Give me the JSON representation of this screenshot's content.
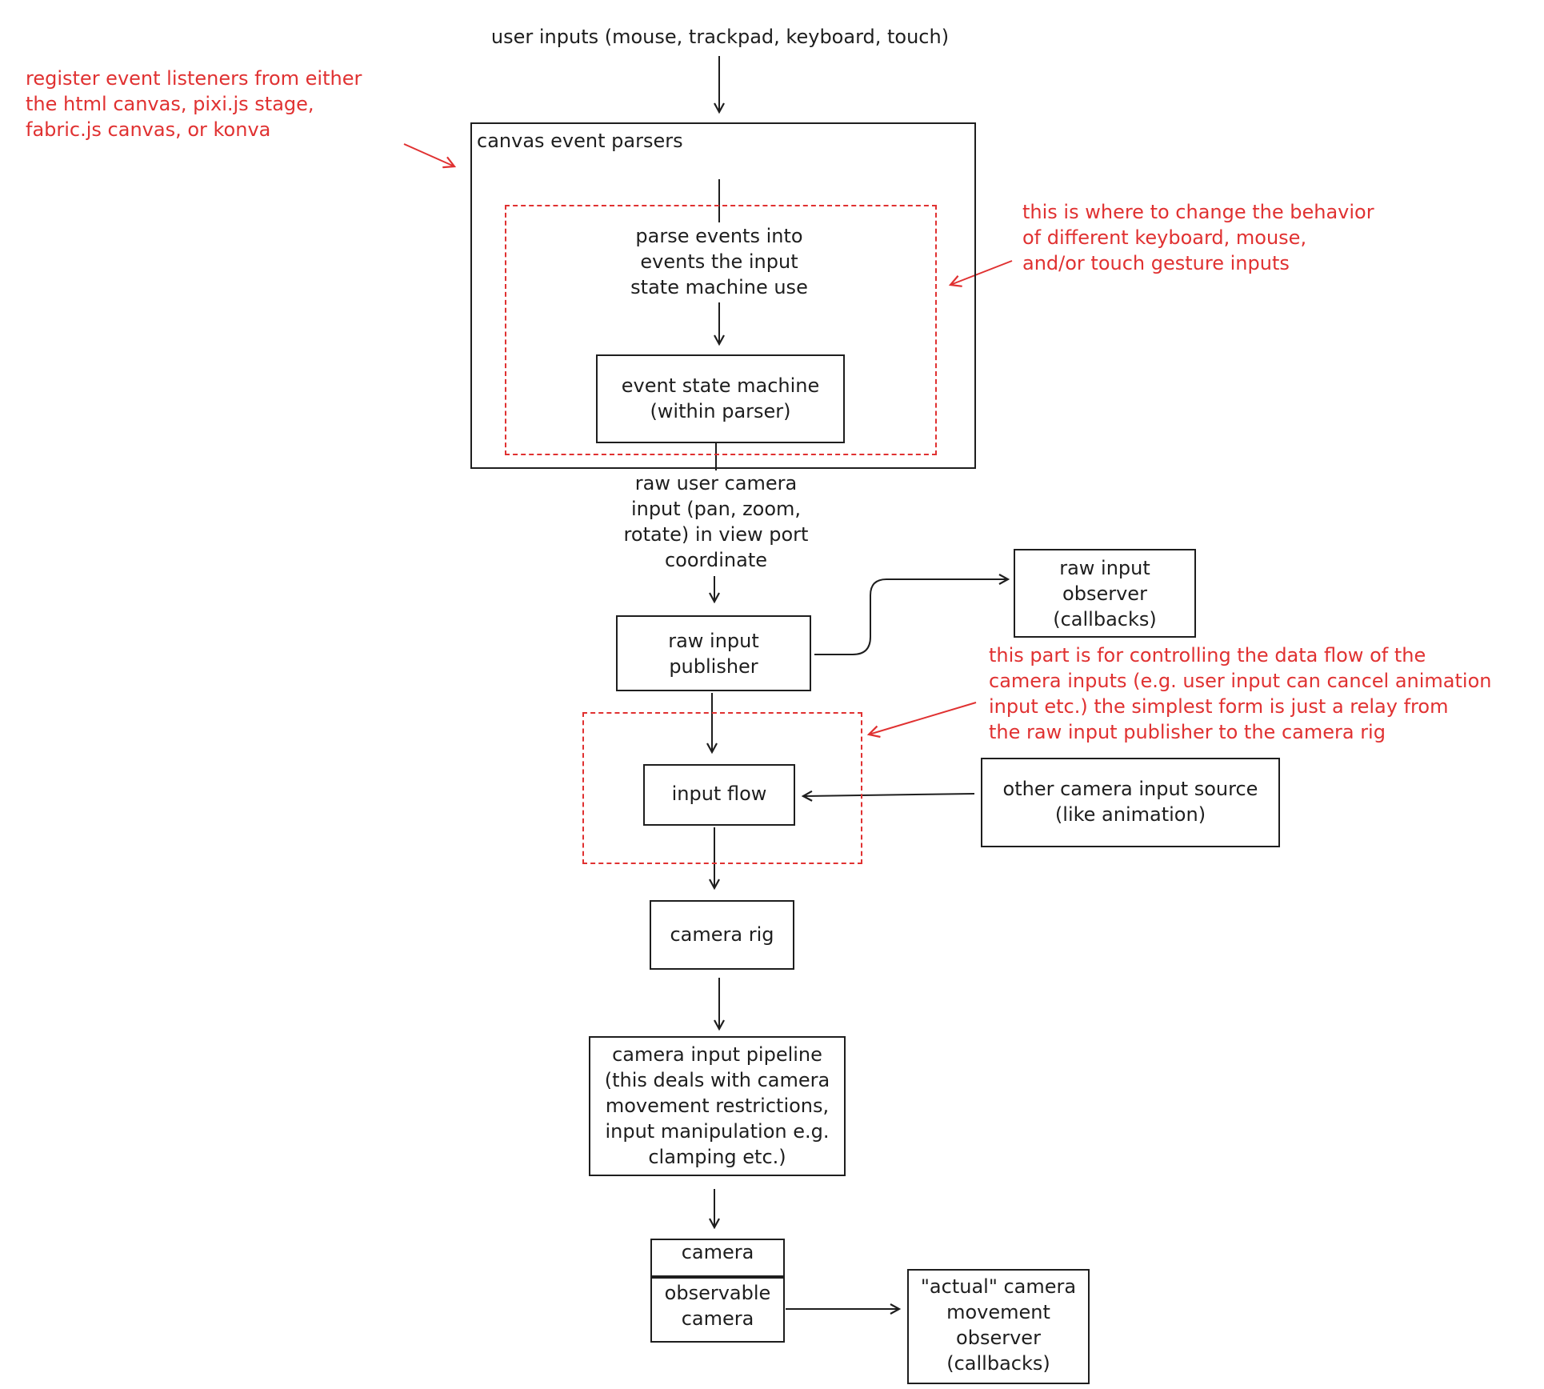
{
  "title": "user inputs (mouse, trackpad, keyboard, touch)",
  "nodes": {
    "canvas_event_parsers": "canvas event parsers",
    "parse_events": "parse events into\nevents the input\nstate machine use",
    "event_state_machine": "event state machine\n(within parser)",
    "raw_camera_input": "raw user camera\ninput (pan, zoom,\nrotate) in view port\ncoordinate",
    "raw_input_publisher": "raw input\npublisher",
    "raw_input_observer": "raw input\nobserver\n(callbacks)",
    "input_flow": "input flow",
    "other_camera_input_source": "other camera input source\n(like animation)",
    "camera_rig": "camera rig",
    "camera_input_pipeline": "camera input pipeline\n(this deals with camera\nmovement restrictions,\ninput manipulation e.g.\nclamping etc.)",
    "camera": "camera",
    "observable_camera": "observable\ncamera",
    "actual_movement_observer": "\"actual\" camera\nmovement\nobserver\n(callbacks)"
  },
  "annotations": {
    "register_listeners": "register event listeners from either\nthe html canvas, pixi.js stage,\nfabric.js canvas, or konva",
    "change_behavior": "this is where to change the behavior\nof different keyboard, mouse,\nand/or touch gesture inputs",
    "data_flow": "this part is for controlling the data flow of the\ncamera inputs (e.g. user input can cancel animation\ninput etc.) the simplest form is just a relay from\nthe raw input publisher to the camera rig"
  },
  "colors": {
    "ink": "#1e1e1e",
    "annotation": "#e03131",
    "background": "#ffffff"
  }
}
